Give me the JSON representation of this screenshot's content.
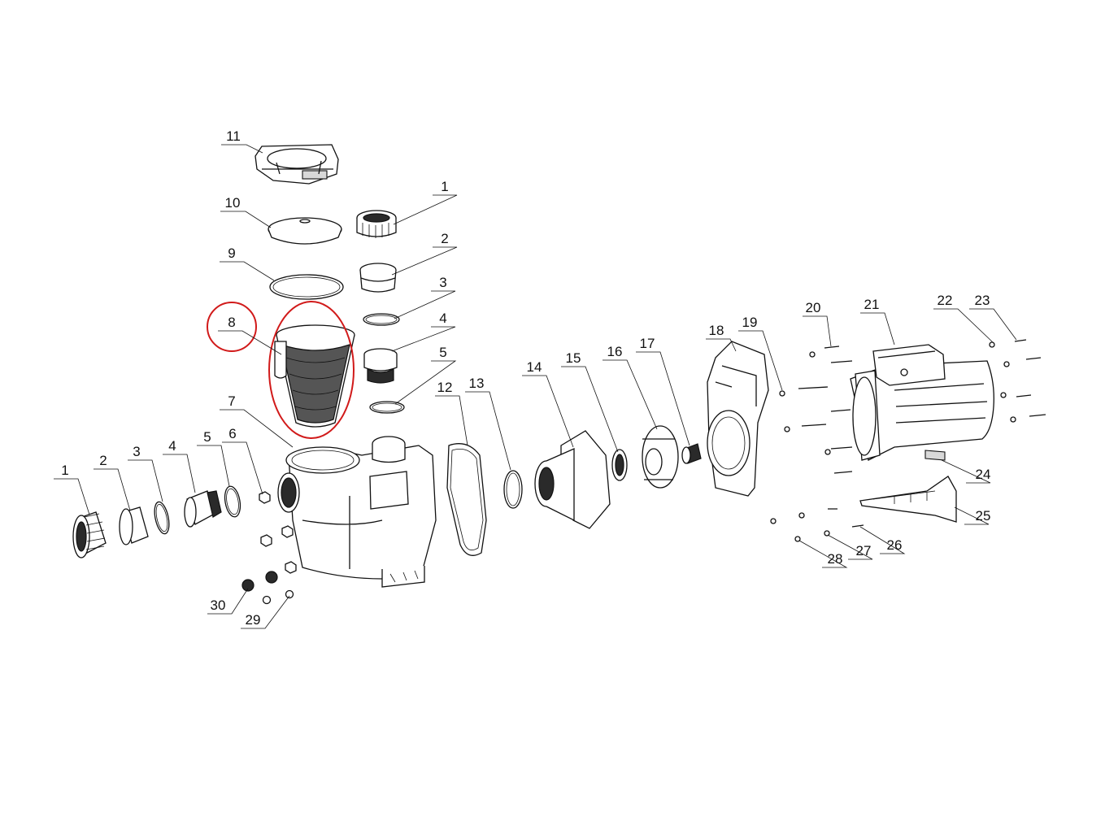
{
  "labels": [
    "1",
    "2",
    "3",
    "4",
    "5",
    "6",
    "7",
    "8",
    "9",
    "10",
    "11",
    "12",
    "13",
    "14",
    "15",
    "16",
    "17",
    "18",
    "19",
    "20",
    "21",
    "22",
    "23",
    "24",
    "25",
    "26",
    "27",
    "28",
    "29",
    "30"
  ],
  "highlight_label": "8",
  "colors": {
    "line": "#111111",
    "highlight": "#d11a1a",
    "background": "#ffffff"
  }
}
